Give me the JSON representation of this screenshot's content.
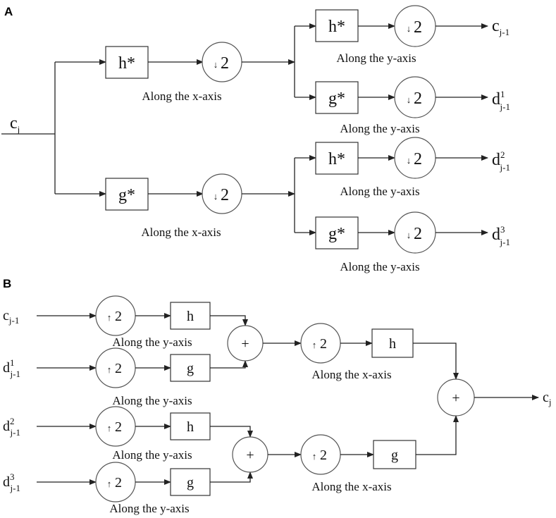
{
  "panels": {
    "a": "A",
    "b": "B"
  },
  "symbols": {
    "h_star": "h*",
    "g_star": "g*",
    "h": "h",
    "g": "g",
    "down2": "2",
    "up2": "2",
    "plus": "+",
    "down_arrow": "↓",
    "up_arrow": "↑"
  },
  "signals": {
    "c": "c",
    "d": "d",
    "j": "j",
    "jm1": "j-1",
    "one": "1",
    "two": "2",
    "three": "3"
  },
  "captions": {
    "along_x": "Along the x-axis",
    "along_y": "Along the y-axis"
  }
}
